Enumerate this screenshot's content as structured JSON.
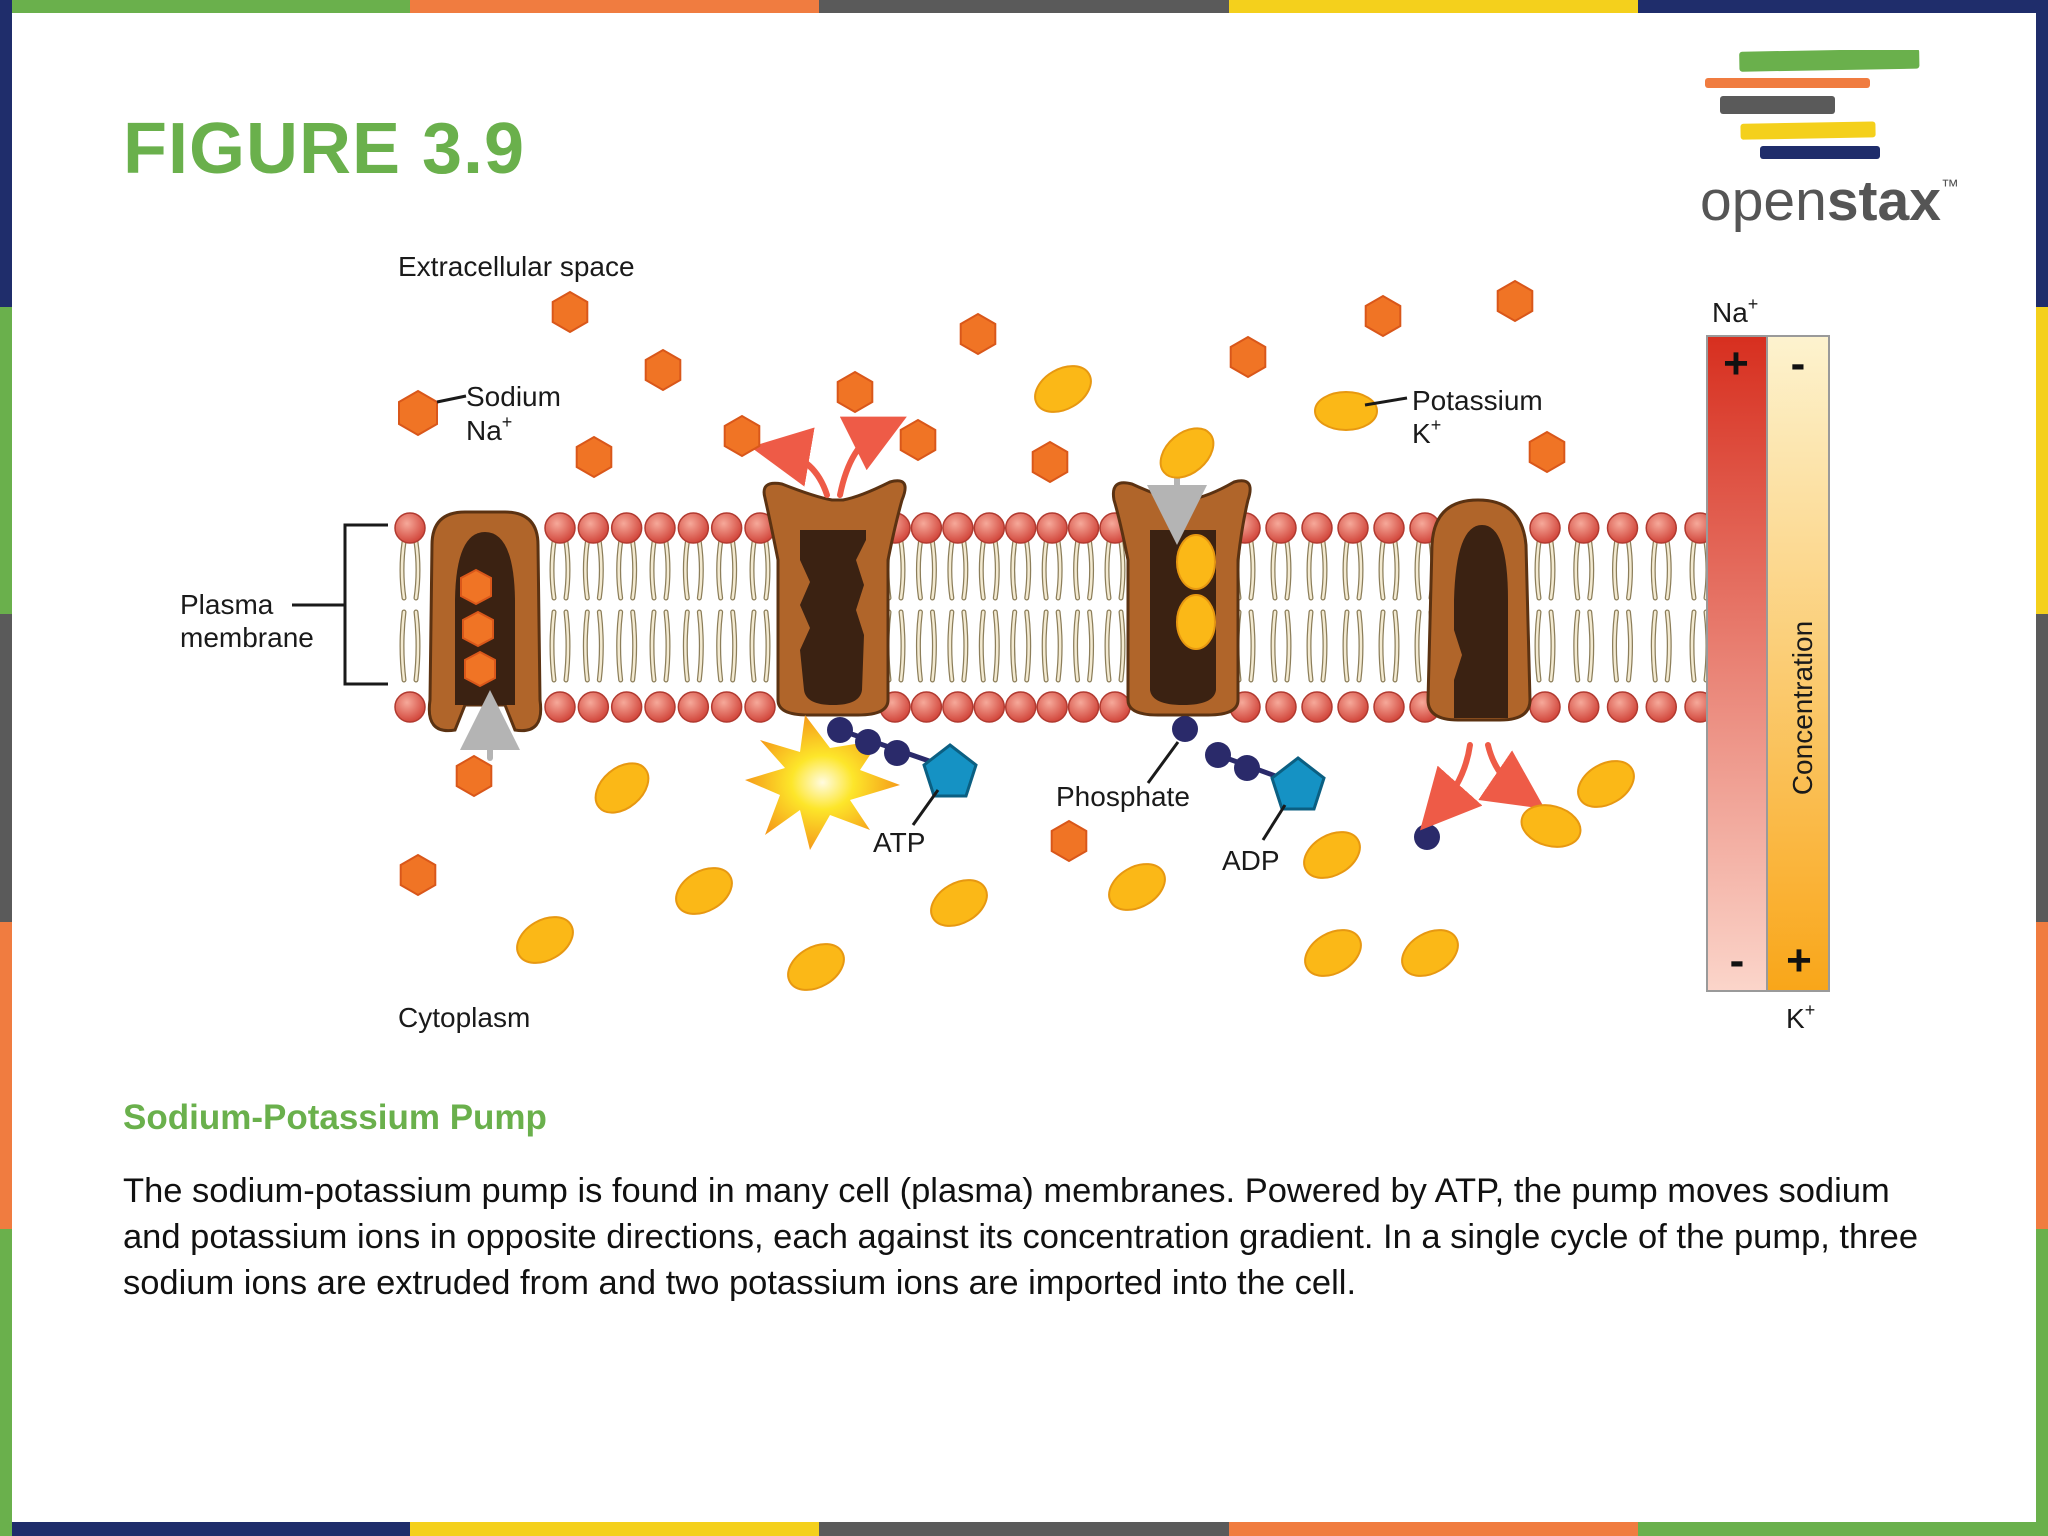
{
  "figure": {
    "title": "FIGURE 3.9",
    "accent_color": "#6ab04c"
  },
  "logo": {
    "text_open": "open",
    "text_stax": "stax",
    "trademark": "™",
    "bar_colors": [
      "#6ab04c",
      "#f07c40",
      "#5a5a5a",
      "#f4d01c",
      "#1f2d6b"
    ]
  },
  "frame": {
    "stripe_colors": [
      "#6ab04c",
      "#f07c40",
      "#5a5a5a",
      "#f4d01c",
      "#1f2d6b"
    ]
  },
  "diagram": {
    "labels": {
      "extracellular": "Extracellular space",
      "cytoplasm": "Cytoplasm",
      "sodium_name": "Sodium",
      "sodium_symbol": "Na",
      "potassium_name": "Potassium",
      "potassium_symbol": "K",
      "plus_sup": "+",
      "plasma_line1": "Plasma",
      "plasma_line2": "membrane",
      "atp": "ATP",
      "phosphate": "Phosphate",
      "adp": "ADP"
    },
    "gradient_bar": {
      "top_label_symbol": "Na",
      "bottom_label_symbol": "K",
      "label_sup": "+",
      "axis_label": "Concentration",
      "na_top_sign": "+",
      "na_bottom_sign": "-",
      "k_top_sign": "-",
      "k_bottom_sign": "+"
    },
    "colors": {
      "sodium": "#f07425",
      "potassium": "#fbb817",
      "protein": "#b0652a",
      "protein_dark": "#3b2212",
      "phospholipid_head": "#e36a5c",
      "phosphate": "#2a2a6a",
      "atp_base": "#1592c4"
    }
  },
  "caption": {
    "title": "Sodium-Potassium Pump",
    "text": "The sodium-potassium pump is found in many cell (plasma) membranes. Powered by ATP, the pump moves sodium and potassium ions in opposite directions, each against its concentration gradient. In a single cycle of the pump, three sodium ions are extruded from and two potassium ions are imported into the cell."
  }
}
